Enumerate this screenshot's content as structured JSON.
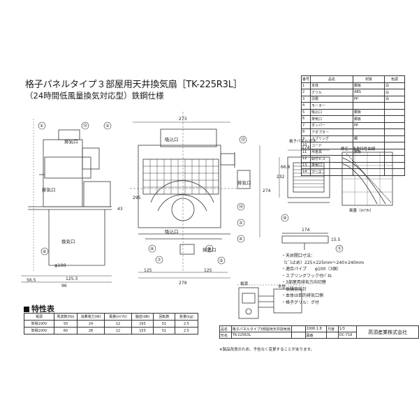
{
  "title": "格子パネルタイプ３部屋用天井換気扇［TK-225R3L］",
  "subtitle": "（24時間低風量換気対応型）鉄鋼仕様",
  "views": {
    "side_labels": [
      "排気口",
      "換気口",
      "φ100",
      "排気口"
    ],
    "front_labels": [
      "吸込口",
      "吸込口",
      "排気口",
      "排気口"
    ],
    "dimensions": [
      "279",
      "125",
      "125",
      "273",
      "56.5",
      "96",
      "125.3",
      "274",
      "295",
      "43"
    ],
    "grille_title": "格子パネル寸法",
    "grille_dims": [
      "174",
      "232",
      "66.8",
      "174",
      "15.5"
    ],
    "perf_title": "静圧－風量特性曲線",
    "perf_xlabel": "風量（m³/h）",
    "wiring_labels": [
      "電源",
      "本体"
    ]
  },
  "callouts": [
    "①",
    "②",
    "③",
    "④",
    "⑤",
    "⑥",
    "⑦",
    "⑧",
    "⑨",
    "⑩",
    "⑪",
    "⑫",
    "⑬",
    "⑭"
  ],
  "features": {
    "lines": [
      "・天井開口寸法：",
      "（ﾋﾞｽ止め）225×225mm～240×240mm",
      "・適合パイプ　　φ100（3個）",
      "・スプリングフック付ﾊﾟﾈﾙ",
      "・3部屋用排気方向切替",
      "・低騒音設計",
      "・本体は目的排気口側",
      "・格子グリル：グ付"
    ]
  },
  "spec": {
    "header": "特性表",
    "columns": [
      "電源",
      "周波数(Hz)",
      "消費電力(W)",
      "風量(m³/h)",
      "騒音(dB)",
      "回転数",
      "質量(kg)"
    ],
    "rows": [
      [
        "単相100V",
        "50",
        "24",
        "12",
        "165",
        "51",
        "2.5"
      ],
      [
        "単相100V",
        "60",
        "28",
        "12",
        "155",
        "51",
        "2.5"
      ]
    ]
  },
  "parts": {
    "headers": [
      "番号",
      "品名",
      "材質",
      "色調"
    ],
    "rows": [
      [
        "1",
        "本体",
        "鋼板",
        "白"
      ],
      [
        "2",
        "グリル",
        "ABS",
        "白"
      ],
      [
        "3",
        "羽根",
        "PP",
        "白"
      ],
      [
        "4",
        "モーター",
        "",
        ""
      ],
      [
        "5",
        "吸込口",
        "鋼板",
        ""
      ],
      [
        "6",
        "排気口",
        "鋼板",
        ""
      ],
      [
        "7",
        "ダンパー",
        "PP",
        ""
      ],
      [
        "8",
        "アダプター",
        "",
        ""
      ],
      [
        "9",
        "スプリング",
        "鋼",
        ""
      ],
      [
        "10",
        "コード",
        "",
        ""
      ],
      [
        "11",
        "吊金具",
        "鋼板",
        ""
      ],
      [
        "12",
        "取付ビス",
        "",
        ""
      ],
      [
        "13",
        "排気口",
        "",
        ""
      ],
      [
        "14",
        "アース",
        "",
        ""
      ]
    ]
  },
  "title_block": {
    "row1": [
      "品名",
      "格子パネルタイプ3部屋用天井換気扇",
      "",
      "2006.1.8",
      "尺度",
      "1/3"
    ],
    "row2": [
      "形名",
      "TK-225R3L",
      "",
      "図番",
      "",
      "DC-716"
    ],
    "company": "高須産業株式会社"
  },
  "note": "※製品改良のため、予告なく変更することがあります。",
  "colors": {
    "line": "#333333",
    "ink": "#1a1a1a",
    "background": "#ffffff"
  }
}
